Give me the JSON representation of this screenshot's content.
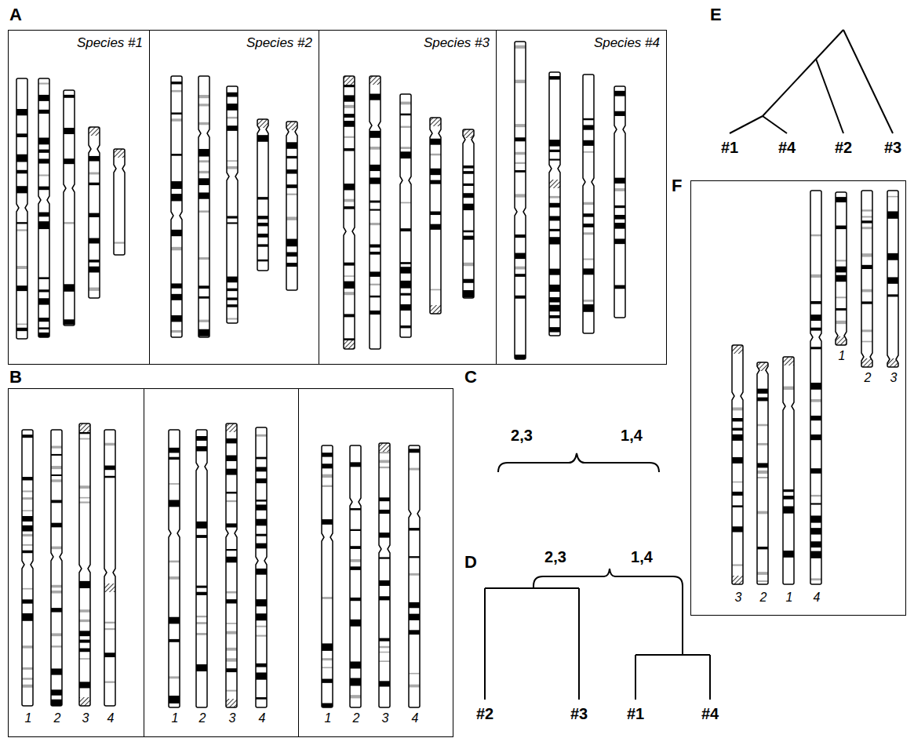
{
  "diagram": {
    "nodes": [
      {
        "text": [
          "Species #1"
        ]
      },
      {
        "text": [
          "Species #2"
        ]
      },
      {
        "text": [
          "Species #3"
        ]
      },
      {
        "text": [
          "Species #4"
        ]
      },
      {
        "text": [
          "1",
          "2",
          "3",
          "4"
        ]
      },
      {
        "text": [
          "1",
          "2",
          "3",
          "4"
        ]
      },
      {
        "text": [
          "1",
          "2",
          "3",
          "4"
        ]
      },
      {
        "text": [
          "3",
          "2",
          "1",
          "4",
          "1",
          "2",
          "3"
        ]
      }
    ],
    "labels": [
      "A",
      "E",
      "#1",
      "#4",
      "#2",
      "#3",
      "F",
      "B",
      "C",
      "2,3",
      "1,4",
      "D",
      "2,3",
      "1,4",
      "#2",
      "#3",
      "#1",
      "#4"
    ]
  }
}
